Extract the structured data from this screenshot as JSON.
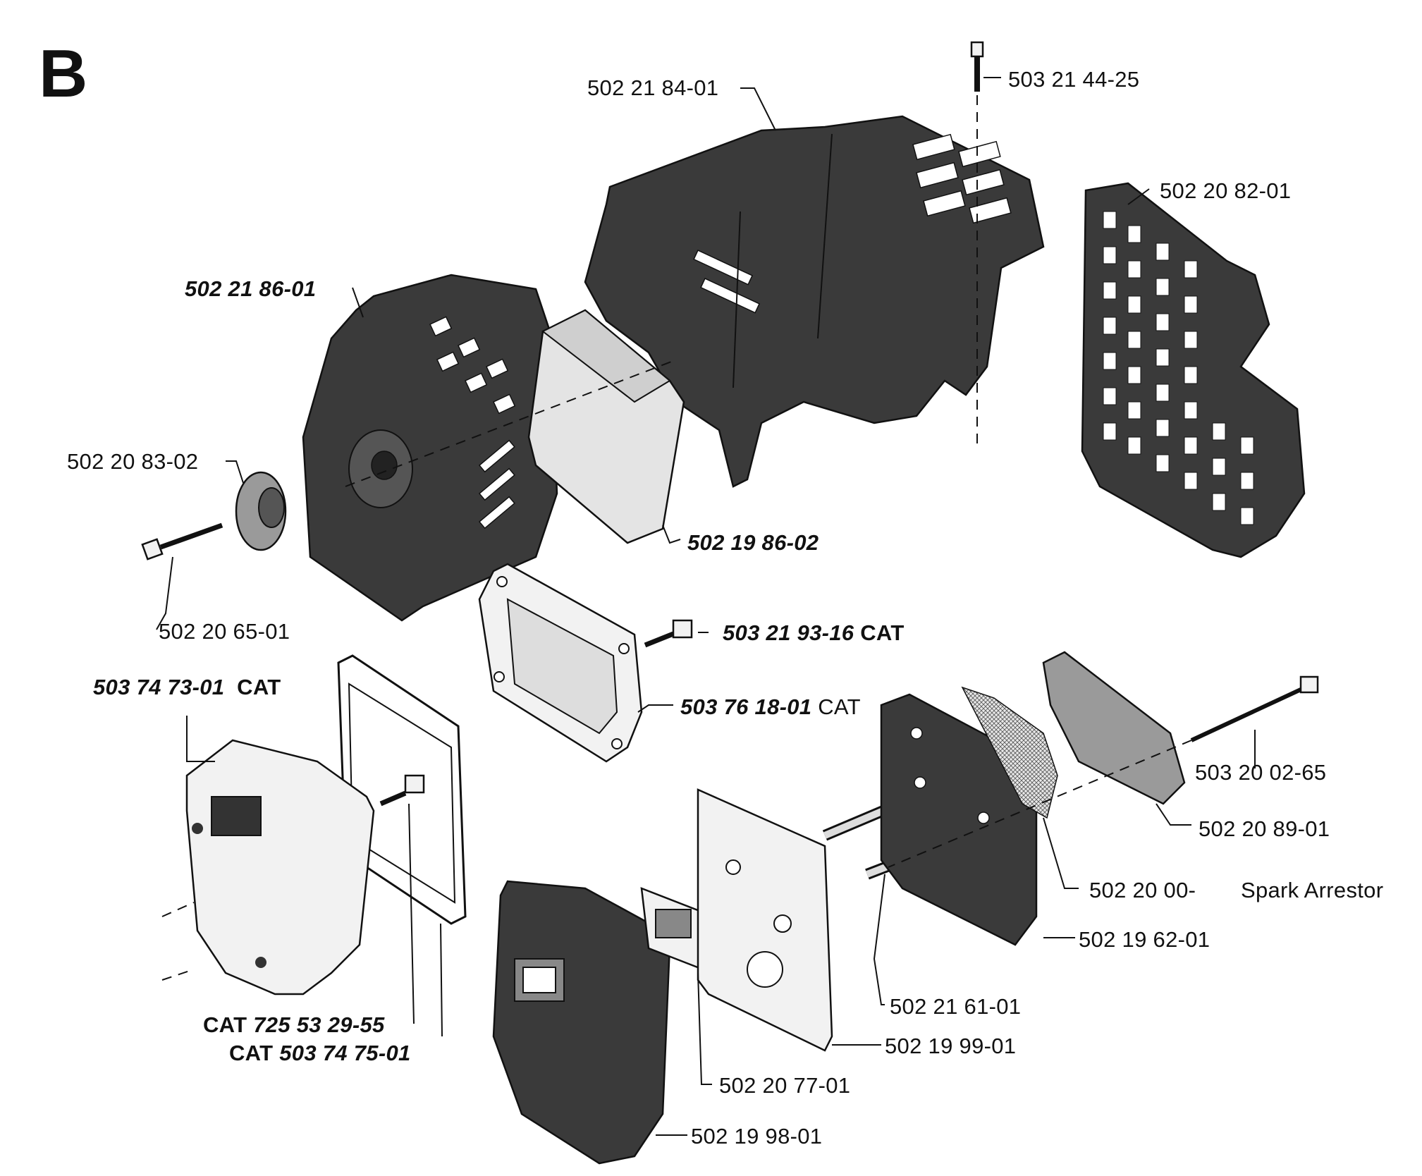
{
  "section": "B",
  "labels": {
    "top_cover": "502 21 84-01",
    "top_screw": "503 21 44-25",
    "side_grille": "502 20 82-01",
    "front_cover": "502 21 86-01",
    "filter": "502 19 86-02",
    "cap_nut": "502 20 83-02",
    "long_bolt": "502 20 65-01",
    "cat_screw": "503 21 93-16",
    "cat_screw_suffix": "CAT",
    "muffler_cat": "503 74 73-01",
    "muffler_cat_suffix": "CAT",
    "cat_gasket_frame": "503 76 18-01",
    "cat_gasket_frame_suffix": "CAT",
    "spark_bolt": "503 20 02-65",
    "spark_cover": "502 20 89-01",
    "spark_screen": "502 20 00-",
    "spark_arrestor_text": "Spark Arrestor",
    "muffler_body": "502 19 62-01",
    "spacer": "502 21 61-01",
    "heat_plate": "502 19 99-01",
    "small_gasket": "502 20 77-01",
    "muffler_front": "502 19 98-01",
    "cat_screw2_prefix": "CAT",
    "cat_screw2": "725 53 29-55",
    "cat_gasket2_prefix": "CAT",
    "cat_gasket2": "503 74 75-01"
  }
}
